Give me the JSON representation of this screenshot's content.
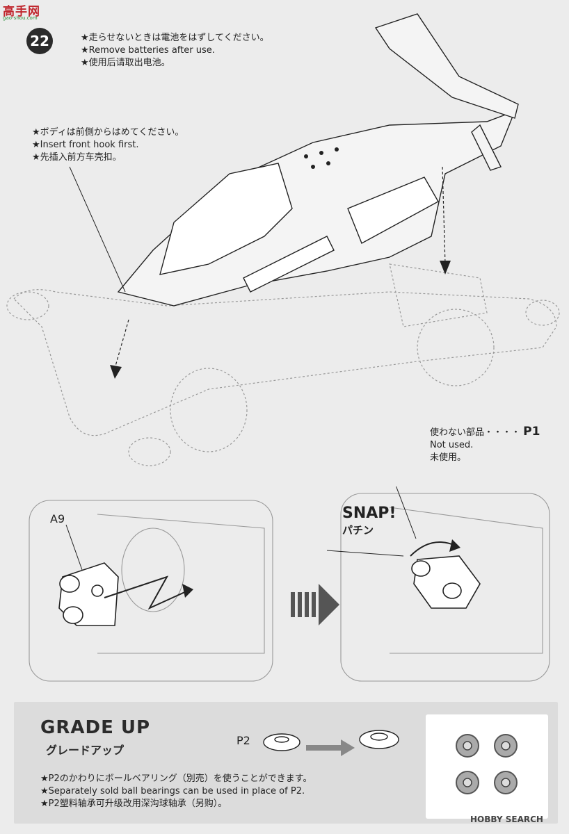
{
  "watermark": {
    "logo": "高手网",
    "sub": "gao-shou.com"
  },
  "step": {
    "number": "22"
  },
  "battery_note": {
    "jp": "★走らせないときは電池をはずしてください。",
    "en": "★Remove batteries after use.",
    "cn": "★使用后请取出电池。"
  },
  "front_hook_note": {
    "jp": "★ボディは前側からはめてください。",
    "en": "★Insert front hook first.",
    "cn": "★先插入前方车壳扣。"
  },
  "unused_parts": {
    "jp": "使わない部品・・・・",
    "part": "P1",
    "en": "Not used.",
    "cn": "未使用。"
  },
  "detail": {
    "part_label": "A9",
    "snap_en": "SNAP!",
    "snap_jp": "パチン"
  },
  "grade_up": {
    "title": "GRADE UP",
    "subtitle": "グレードアップ",
    "part_label": "P2",
    "note_jp": "★P2のかわりにボールベアリング（別売）を使うことができます。",
    "note_en": "★Separately sold ball bearings can be used in place of P2.",
    "note_cn": "★P2塑料轴承可升级改用深沟球轴承（另购）。"
  },
  "footer": {
    "brand": "HOBBY SEARCH"
  }
}
